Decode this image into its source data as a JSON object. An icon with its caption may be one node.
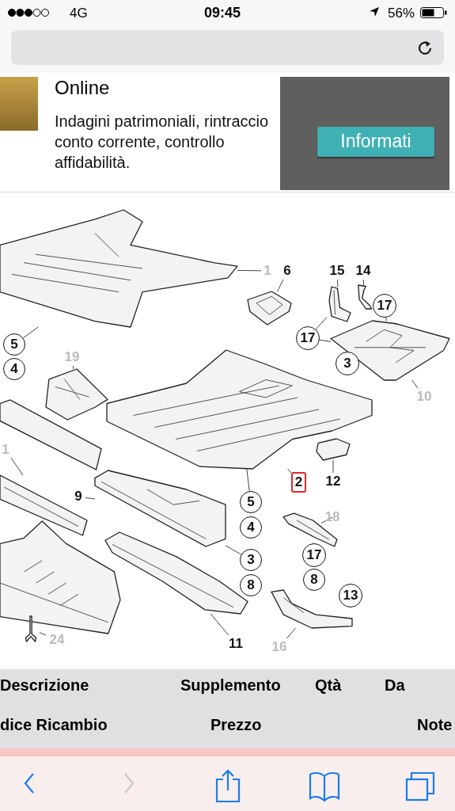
{
  "diagram": {
    "nodes": [
      {
        "text": [],
        "shape": "picture"
      },
      {
        "text": [],
        "shape": "picture"
      },
      {
        "text": [],
        "shape": "picture"
      },
      {
        "text": [],
        "shape": "picture"
      },
      {
        "text": [],
        "shape": "picture"
      },
      {
        "text": [],
        "shape": "picture"
      },
      {
        "text": [],
        "shape": "picture"
      },
      {
        "text": [],
        "shape": "picture"
      },
      {
        "text": [],
        "shape": "picture"
      },
      {
        "text": [],
        "shape": "picture"
      },
      {
        "text": [],
        "shape": "picture"
      },
      {
        "text": [],
        "shape": "picture"
      },
      {
        "text": [],
        "shape": "picture"
      },
      {
        "text": [],
        "shape": "picture"
      },
      {
        "text": [],
        "shape": "picture"
      },
      {
        "text": [
          "1"
        ]
      },
      {
        "text": [
          "6"
        ]
      },
      {
        "text": [
          "15"
        ]
      },
      {
        "text": [
          "14"
        ]
      },
      {
        "text": [
          "17"
        ]
      },
      {
        "text": [
          "17"
        ]
      },
      {
        "text": [
          "3"
        ]
      },
      {
        "text": [
          "10"
        ]
      },
      {
        "text": [
          "2"
        ]
      },
      {
        "text": [
          "12"
        ]
      },
      {
        "text": [
          "5"
        ]
      },
      {
        "text": [
          "4"
        ]
      },
      {
        "text": [
          "19"
        ]
      },
      {
        "text": [
          "1"
        ]
      },
      {
        "text": [
          "9"
        ]
      },
      {
        "text": [
          "5"
        ]
      },
      {
        "text": [
          "4"
        ]
      },
      {
        "text": [
          "3"
        ]
      },
      {
        "text": [
          "8"
        ]
      },
      {
        "text": [
          "18"
        ]
      },
      {
        "text": [
          "17"
        ]
      },
      {
        "text": [
          "8"
        ]
      },
      {
        "text": [
          "13"
        ]
      },
      {
        "text": [
          "16"
        ]
      },
      {
        "text": [
          "11"
        ]
      },
      {
        "text": [
          "24"
        ]
      }
    ],
    "edges": [
      {
        "from": 15,
        "to": 0,
        "arrow": "none"
      },
      {
        "from": 16,
        "to": 1,
        "arrow": "none"
      },
      {
        "from": 17,
        "to": 2,
        "arrow": "none"
      },
      {
        "from": 18,
        "to": 3,
        "arrow": "none"
      },
      {
        "from": 19,
        "to": 4,
        "arrow": "none"
      },
      {
        "from": 20,
        "to": 2,
        "arrow": "none"
      },
      {
        "from": 20,
        "to": 4,
        "arrow": "none"
      },
      {
        "from": 21,
        "to": 5,
        "arrow": "none"
      },
      {
        "from": 22,
        "to": 4,
        "arrow": "none"
      },
      {
        "from": 23,
        "to": 5,
        "arrow": "none"
      },
      {
        "from": 24,
        "to": 6,
        "arrow": "none"
      },
      {
        "from": 25,
        "to": 0,
        "arrow": "none"
      },
      {
        "from": 27,
        "to": 7,
        "arrow": "none"
      },
      {
        "from": 28,
        "to": 8,
        "arrow": "none"
      },
      {
        "from": 29,
        "to": 9,
        "arrow": "none"
      },
      {
        "from": 30,
        "to": 5,
        "arrow": "none"
      },
      {
        "from": 32,
        "to": 9,
        "arrow": "none"
      },
      {
        "from": 34,
        "to": 13,
        "arrow": "none"
      },
      {
        "from": 35,
        "to": 13,
        "arrow": "none"
      },
      {
        "from": 37,
        "to": 14,
        "arrow": "none"
      },
      {
        "from": 38,
        "to": 14,
        "arrow": "none"
      },
      {
        "from": 39,
        "to": 12,
        "arrow": "none"
      },
      {
        "from": 40,
        "to": 11,
        "arrow": "none"
      }
    ],
    "labels": [
      "4G",
      "09:45",
      "56%",
      "Online",
      "Indagini patrimoniali, rintraccio conto corrente, controllo affidabilità.",
      "Informati",
      "Descrizione",
      "Supplemento",
      "Qtà",
      "Da",
      "dice Ricambio",
      "Prezzo",
      "Note"
    ]
  }
}
